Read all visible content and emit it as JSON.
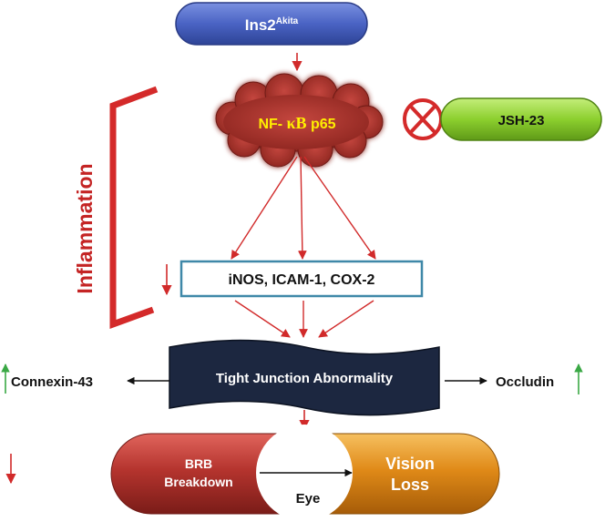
{
  "nodes": {
    "ins2": {
      "text": "Ins2",
      "superscript": "Akita"
    },
    "nfkb": {
      "prefix": "NF- ",
      "kappa": "κB",
      "suffix": " p65"
    },
    "jsh23": {
      "text": "JSH-23"
    },
    "mediators": {
      "text": "iNOS, ICAM-1, COX-2"
    },
    "tight_junction": {
      "text": "Tight Junction Abnormality"
    },
    "connexin": {
      "text": "Connexin-43"
    },
    "occludin": {
      "text": "Occludin"
    },
    "brb": {
      "line1": "BRB",
      "line2": "Breakdown"
    },
    "vision": {
      "line1": "Vision",
      "line2": "Loss"
    },
    "eye": {
      "text": "Eye"
    }
  },
  "bracket_label": "Inflammation",
  "colors": {
    "ins2_fill": "#4a63c4",
    "nfkb_fill": "#b03a34",
    "nfkb_text": "#ffee00",
    "jsh_fill": "#8ccf2e",
    "inhibit_red": "#d42a2a",
    "arrow_red": "#d12a2a",
    "box_border": "#3f88a8",
    "tj_fill": "#1c2740",
    "brb_fill": "#b5342e",
    "vision_fill": "#e08a18",
    "up_green": "#3aa845",
    "down_red": "#d12a2a"
  }
}
